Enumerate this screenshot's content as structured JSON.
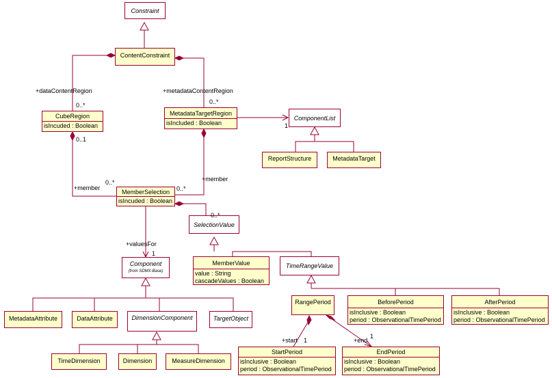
{
  "classes": {
    "constraint": {
      "name": "Constraint"
    },
    "content_constraint": {
      "name": "ContentConstraint"
    },
    "cube_region": {
      "name": "CubeRegion",
      "attrs": [
        "isIncuded : Boolean"
      ]
    },
    "metadata_target_region": {
      "name": "MetadataTargetRegion",
      "attrs": [
        "isIncluded : Boolean"
      ]
    },
    "component_list": {
      "name": "ComponentList"
    },
    "report_structure": {
      "name": "ReportStructure"
    },
    "metadata_target": {
      "name": "MetadataTarget"
    },
    "member_selection": {
      "name": "MemberSelection",
      "attrs": [
        "isIncuded : Boolean"
      ]
    },
    "selection_value": {
      "name": "SelectionValue"
    },
    "component": {
      "name": "Component",
      "note": "(from SDMX-Base)"
    },
    "member_value": {
      "name": "MemberValue",
      "attrs": [
        "value : String",
        "cascadeValues : Boolean"
      ]
    },
    "time_range_value": {
      "name": "TimeRangeValue"
    },
    "metadata_attribute": {
      "name": "MetadataAttribute"
    },
    "data_attribute": {
      "name": "DataAttribute"
    },
    "dimension_component": {
      "name": "DimensionComponent"
    },
    "target_object": {
      "name": "TargetObject"
    },
    "range_period": {
      "name": "RangePeriod"
    },
    "before_period": {
      "name": "BeforePeriod",
      "attrs": [
        "isInclusive : Boolean",
        "period : ObservationalTimePeriod"
      ]
    },
    "after_period": {
      "name": "AfterPeriod",
      "attrs": [
        "isInclusive : Boolean",
        "period : ObservationalTimePeriod"
      ]
    },
    "time_dimension": {
      "name": "TimeDimension"
    },
    "dimension": {
      "name": "Dimension"
    },
    "measure_dimension": {
      "name": "MeasureDimension"
    },
    "start_period": {
      "name": "StartPeriod",
      "attrs": [
        "isInclusive : Boolean",
        "period : ObservationalTimePeriod"
      ]
    },
    "end_period": {
      "name": "EndPeriod",
      "attrs": [
        "isInclusive : Boolean",
        "period : ObservationalTimePeriod"
      ]
    }
  },
  "labels": {
    "data_content_region": "+dataContentRegion",
    "data_content_region_mult": "0..*",
    "metadata_content_region": "+metadataContentRegion",
    "metadata_content_region_mult": "0..*",
    "component_list_mult": "1",
    "cube_member_mult": "0..1",
    "member_left": "+member",
    "member_left_mult": "0..*",
    "member_right": "+member",
    "member_right_mult": "0..*",
    "selection_value_mult": "0..*",
    "values_for": "+valuesFor",
    "values_for_mult": "1",
    "start_role": "+start",
    "start_mult": "1",
    "end_role": "+end",
    "end_mult": "1"
  }
}
